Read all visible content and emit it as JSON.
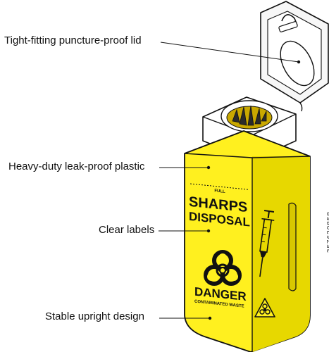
{
  "callouts": [
    {
      "label": "Tight-fitting puncture-proof lid"
    },
    {
      "label": "Heavy-duty leak-proof plastic"
    },
    {
      "label": "Clear labels"
    },
    {
      "label": "Stable upright design"
    }
  ],
  "container": {
    "fill_line_label": "FULL",
    "title_line1": "SHARPS",
    "title_line2": "DISPOSAL",
    "warning": "DANGER",
    "warning_sub": "CONTAMINATED WASTE",
    "body_color": "#fff01f",
    "body_shade_color": "#e7d800",
    "lid_color": "#ffffff",
    "outline_color": "#111111"
  },
  "icons": [
    "biohazard-icon",
    "syringe-icon",
    "biohazard-warning-triangle-icon"
  ],
  "watermark": {
    "id_text": "357620858"
  }
}
